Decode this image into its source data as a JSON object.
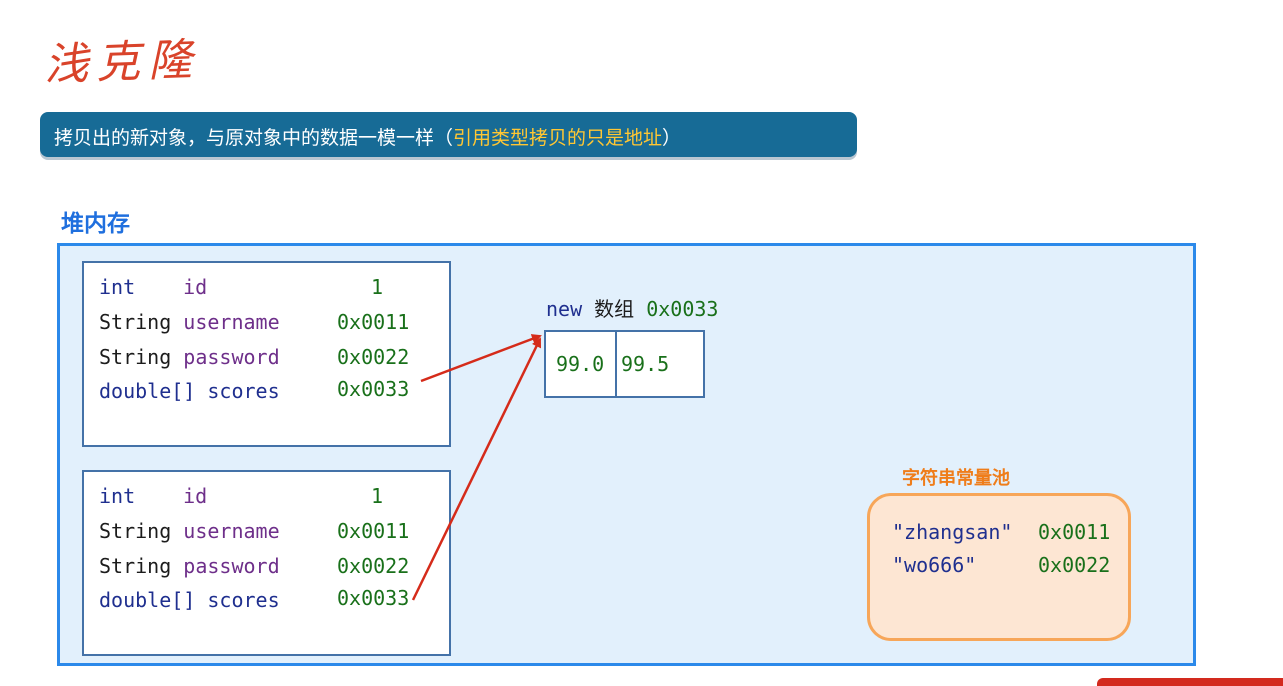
{
  "page": {
    "title": "浅克隆",
    "banner": {
      "text": "拷贝出的新对象，与原对象中的数据一模一样（",
      "highlight": "引用类型拷贝的只是地址",
      "suffix": "）"
    }
  },
  "heap": {
    "label": "堆内存",
    "objects": [
      {
        "rows": [
          {
            "type": "int",
            "name": "id",
            "value": "1"
          },
          {
            "type": "String",
            "name": "username",
            "value": "0x0011"
          },
          {
            "type": "String",
            "name": "password",
            "value": "0x0022"
          },
          {
            "type": "double[]",
            "name": "scores",
            "value": "0x0033"
          }
        ]
      },
      {
        "rows": [
          {
            "type": "int",
            "name": "id",
            "value": "1"
          },
          {
            "type": "String",
            "name": "username",
            "value": "0x0011"
          },
          {
            "type": "String",
            "name": "password",
            "value": "0x0022"
          },
          {
            "type": "double[]",
            "name": "scores",
            "value": "0x0033"
          }
        ]
      }
    ],
    "array": {
      "keyword": "new",
      "label": "数组",
      "address": "0x0033",
      "values": [
        "99.0",
        "99.5"
      ]
    },
    "string_pool": {
      "label": "字符串常量池",
      "entries": [
        {
          "literal": "\"zhangsan\"",
          "address": "0x0011"
        },
        {
          "literal": "\"wo666\"",
          "address": "0x0022"
        }
      ]
    }
  },
  "colors": {
    "title": "#d9432a",
    "banner_bg": "#176b96",
    "banner_highlight": "#ffc733",
    "heap_border": "#2b89ea",
    "heap_bg": "#e2f0fc",
    "arrow": "#d52b1a",
    "pool_border": "#f7a659",
    "pool_bg": "#fde6d3"
  }
}
